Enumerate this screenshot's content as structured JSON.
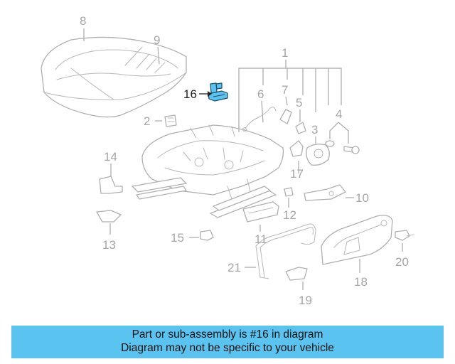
{
  "callouts": {
    "c1": "1",
    "c2": "2",
    "c3": "3",
    "c4": "4",
    "c5": "5",
    "c6": "6",
    "c7": "7",
    "c8": "8",
    "c9": "9",
    "c10": "10",
    "c11": "11",
    "c12": "12",
    "c13": "13",
    "c14": "14",
    "c15": "15",
    "c16": "16",
    "c17": "17",
    "c18": "18",
    "c19": "19",
    "c20": "20",
    "c21": "21"
  },
  "highlight": {
    "part_number": "16",
    "color": "#5bc3f0"
  },
  "banner": {
    "line1": "Part or sub-assembly is #16 in diagram",
    "line2": "Diagram may not be specific to your vehicle",
    "background": "#5bc3f0"
  }
}
